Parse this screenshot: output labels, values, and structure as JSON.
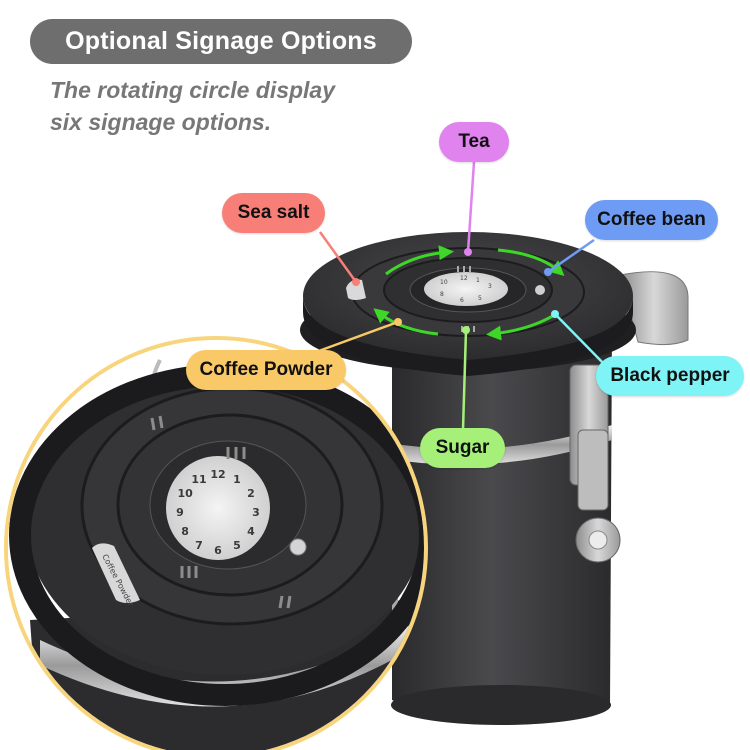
{
  "header": {
    "title": "Optional Signage Options",
    "subtitle_line1": "The rotating circle display",
    "subtitle_line2": "six signage options."
  },
  "labels": {
    "tea": "Tea",
    "sea_salt": "Sea salt",
    "coffee_bean": "Coffee bean",
    "coffee_powder": "Coffee Powder",
    "black_pepper": "Black pepper",
    "sugar": "Sugar"
  },
  "lid_label": "Coffee Powder",
  "dial_numbers": [
    "12",
    "1",
    "2",
    "3",
    "4",
    "5",
    "6",
    "7",
    "8",
    "9",
    "10",
    "11"
  ],
  "colors": {
    "header_bg": "#6e6e6e",
    "subtitle": "#777777",
    "tea": "#e083ee",
    "sea_salt": "#f77f77",
    "coffee_bean": "#6e9cf5",
    "coffee_powder": "#f9c967",
    "black_pepper": "#7ff4f6",
    "sugar": "#a6f07a",
    "arrow": "#3fd62a",
    "zoom_ring": "#f8d57c"
  }
}
